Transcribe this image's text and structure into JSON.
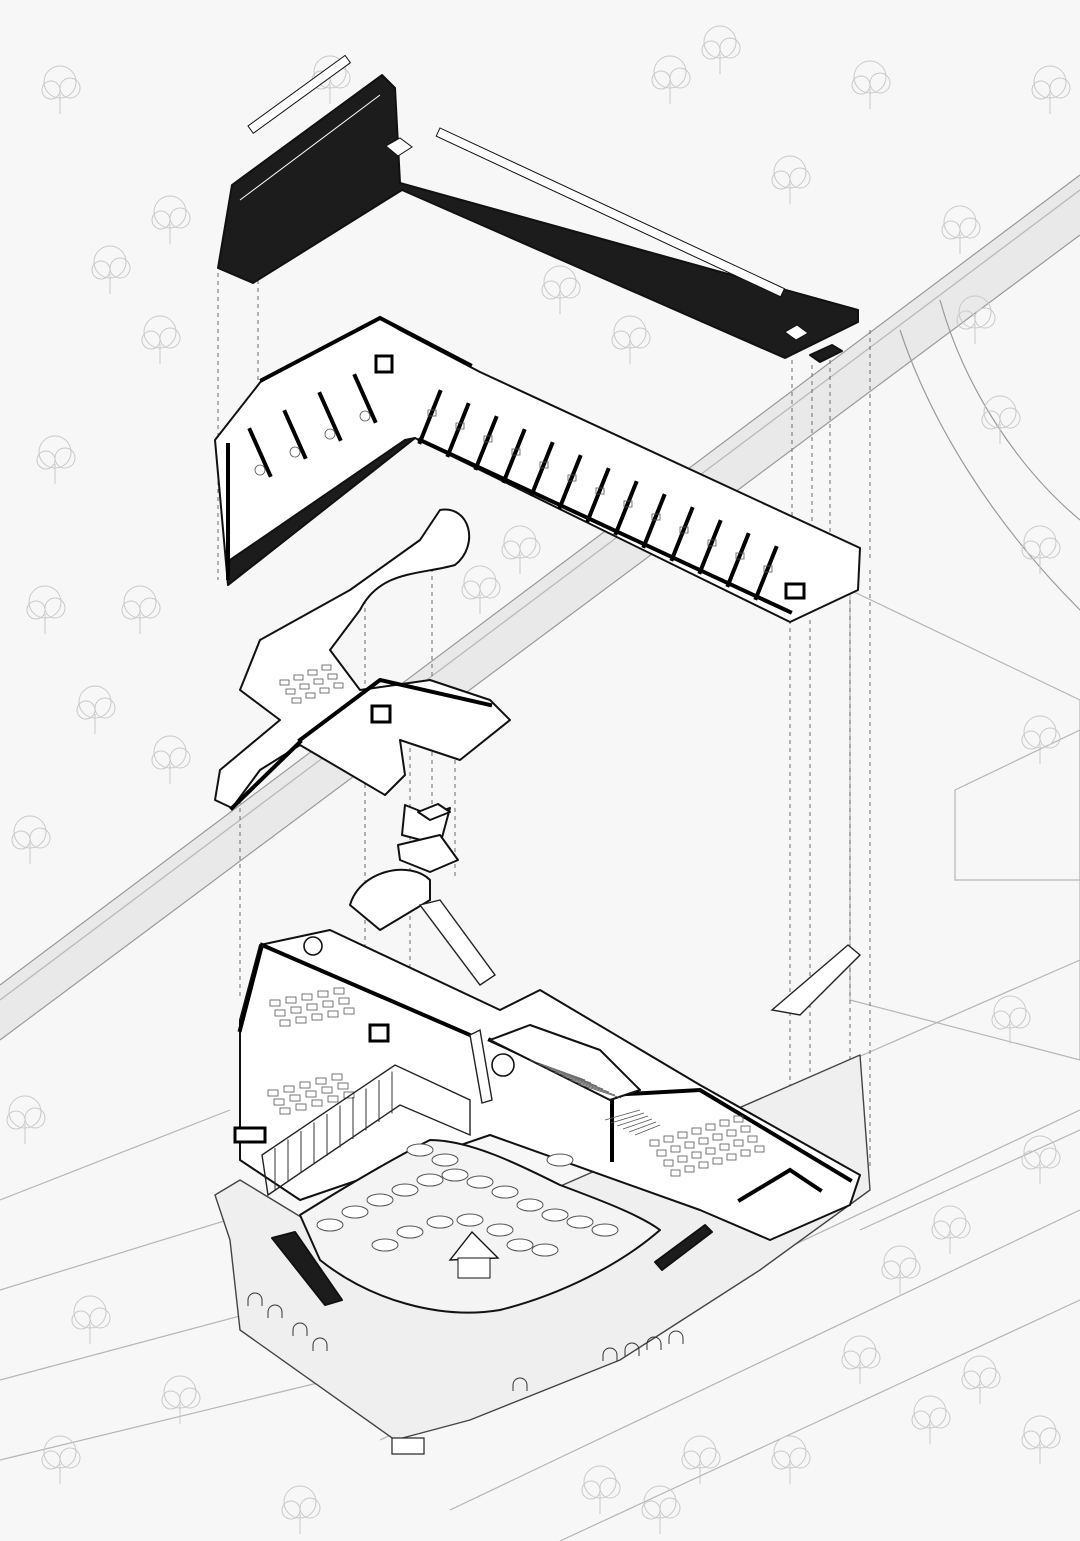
{
  "drawing": {
    "type": "exploded-axonometric",
    "style": "black line drawing on light grey ground",
    "colors": {
      "background": "#f7f7f7",
      "line": "#111111",
      "roof_fill": "#1c1c1c",
      "context_line": "#9a9a9a",
      "tree_line": "#c9c9c9"
    },
    "layers": [
      {
        "id": "roof",
        "shape": "L-shaped",
        "fill": "dark"
      },
      {
        "id": "upper-floor",
        "shape": "L-shaped"
      },
      {
        "id": "middle-floor",
        "shape": "irregular"
      },
      {
        "id": "ground-floor",
        "shape": "courtyard"
      }
    ],
    "labels": []
  }
}
